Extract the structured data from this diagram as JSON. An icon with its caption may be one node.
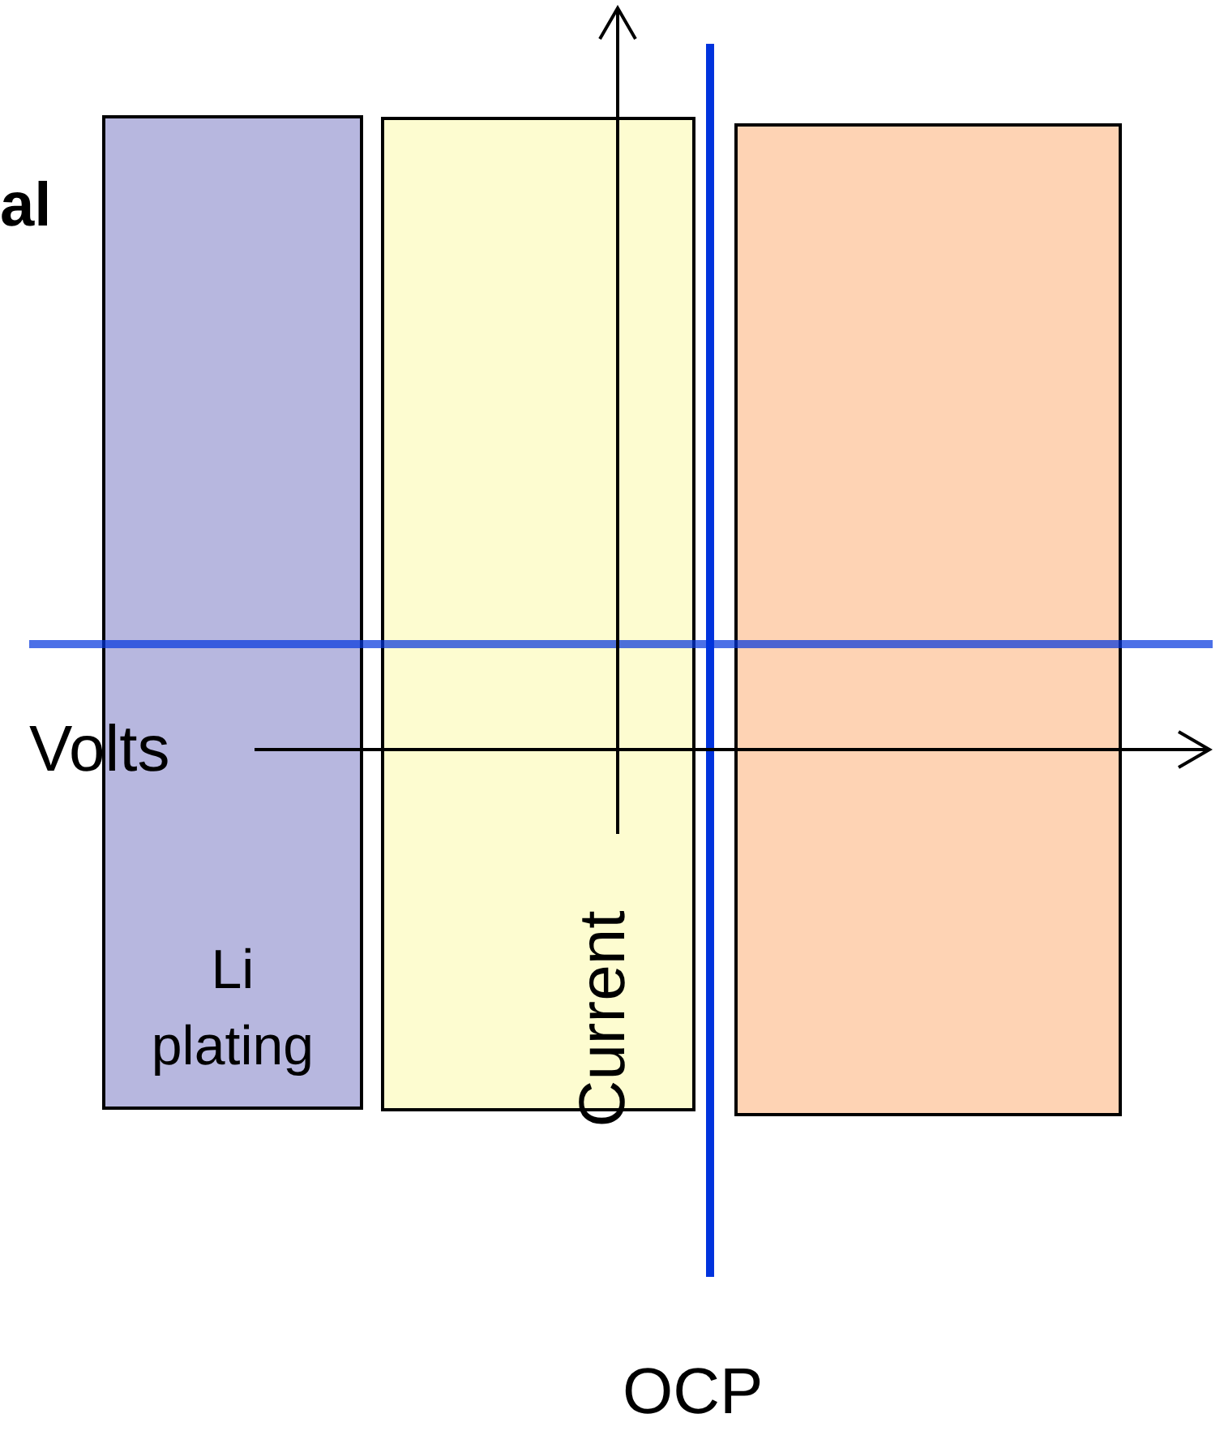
{
  "diagram": {
    "nodes": [
      {
        "text": [
          "Li plating"
        ]
      },
      {
        "text": [],
        "shape": "box"
      },
      {
        "text": [],
        "shape": "box"
      }
    ],
    "labels": [
      "al",
      "Volts",
      "Current",
      "OCP"
    ]
  }
}
